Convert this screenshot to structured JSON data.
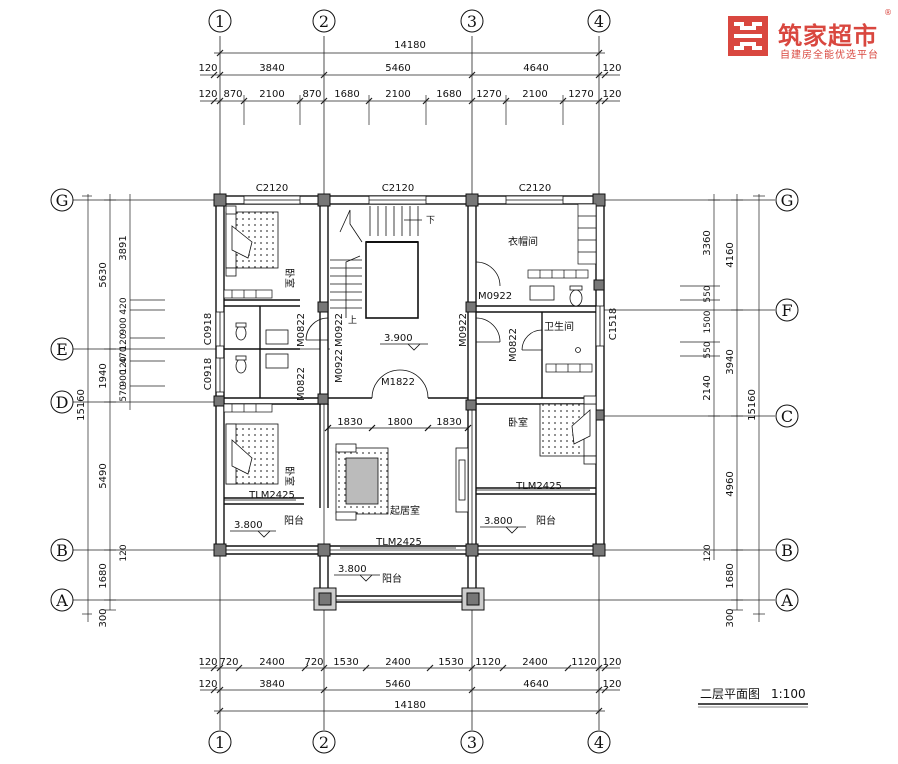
{
  "logo": {
    "name": "筑家超市",
    "slogan": "自建房全能优选平台",
    "reg": "®"
  },
  "title": {
    "text": "二层平面图",
    "scale": "1:100"
  },
  "axes": {
    "columns": [
      "1",
      "2",
      "3",
      "4"
    ],
    "rows": [
      "G",
      "F",
      "E",
      "D",
      "C",
      "B",
      "A"
    ]
  },
  "dims": {
    "top_total": "14180",
    "top_bays": [
      "120",
      "3840",
      "5460",
      "4640",
      "120"
    ],
    "top_openings": [
      "120",
      "870",
      "2100",
      "870",
      "1680",
      "2100",
      "1680",
      "1270",
      "2100",
      "1270",
      "120"
    ],
    "bottom_openings": [
      "120",
      "720",
      "2400",
      "720",
      "1530",
      "2400",
      "1530",
      "1120",
      "2400",
      "1120",
      "120"
    ],
    "bottom_bays": [
      "120",
      "3840",
      "5460",
      "4640",
      "120"
    ],
    "bottom_total": "14180",
    "left_total": "15160",
    "left_segments": [
      "5630",
      "1940",
      "5490",
      "1680",
      "300"
    ],
    "left_inner": [
      "3891",
      "420",
      "900",
      "120",
      "470",
      "120",
      "900",
      "570",
      "120"
    ],
    "right_total": "15160",
    "right_segments": [
      "4160",
      "3940",
      "4960",
      "1680",
      "300"
    ],
    "right_inner": [
      "3360",
      "550",
      "1500",
      "550",
      "2140",
      "120"
    ]
  },
  "openings": {
    "windows": [
      "C2120",
      "C2120",
      "C2120",
      "C0918",
      "C0918",
      "C1518"
    ],
    "doors": [
      "M0822",
      "M0822",
      "M0922",
      "M0922",
      "M0922",
      "M0922",
      "M0822",
      "M1822",
      "TLM2425",
      "TLM2425",
      "TLM2425"
    ],
    "stair_widths": [
      "1830",
      "1800",
      "1830"
    ]
  },
  "rooms": {
    "bedroom": "卧室",
    "closet": "衣帽间",
    "bathroom": "卫生间",
    "living": "起居室",
    "balcony": "阳台",
    "up": "上",
    "down": "下"
  },
  "levels": [
    "3.900",
    "3.800",
    "3.800",
    "3.800"
  ]
}
